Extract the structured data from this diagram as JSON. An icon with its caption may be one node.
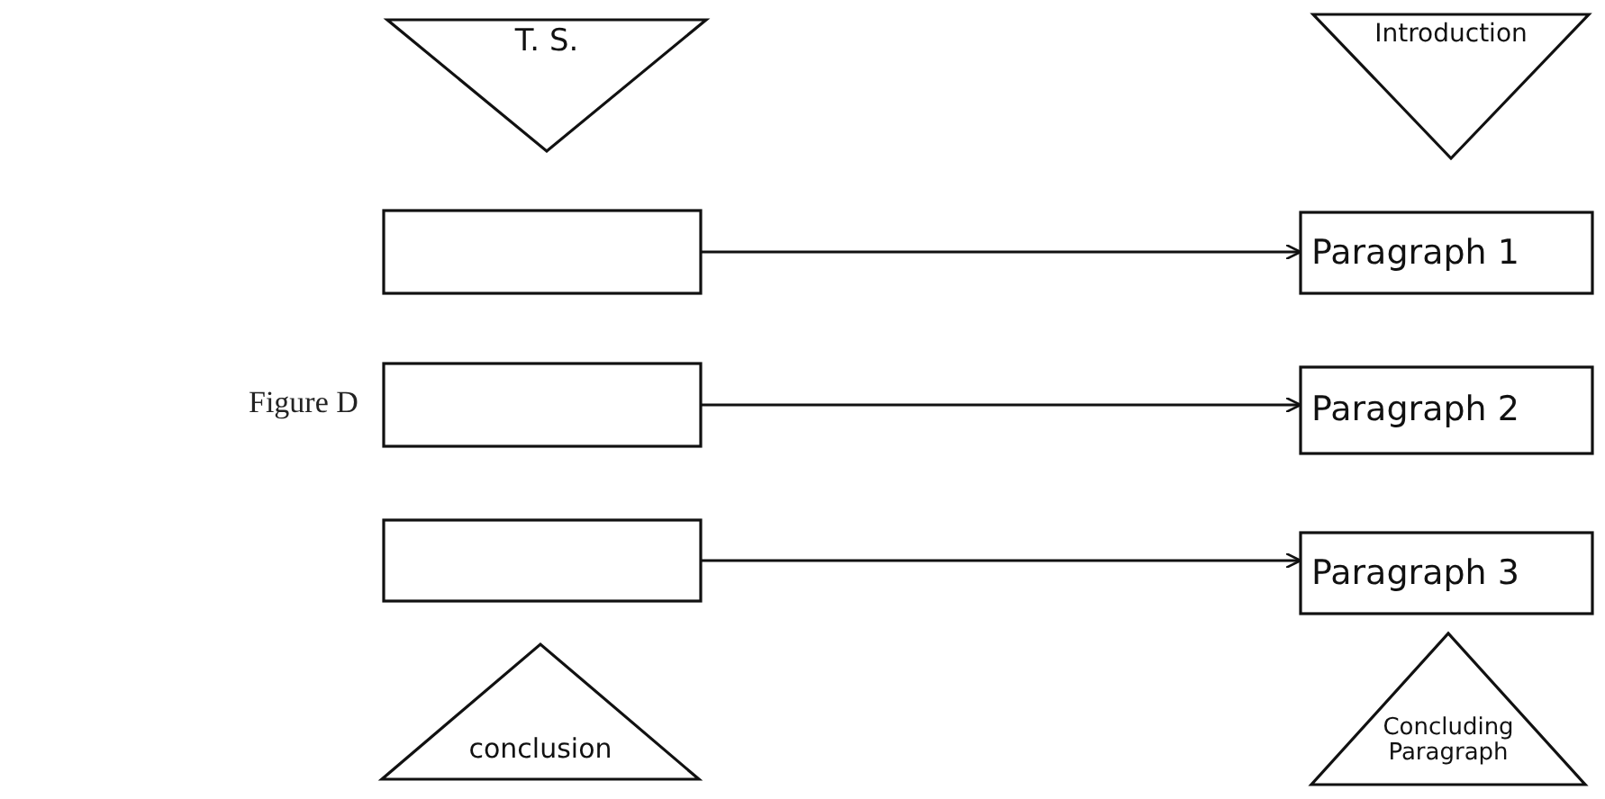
{
  "diagram": {
    "nodes": [
      {
        "text": [
          "T. S."
        ]
      },
      {
        "text": [],
        "shape": "box"
      },
      {
        "text": [],
        "shape": "box"
      },
      {
        "text": [],
        "shape": "box"
      },
      {
        "text": [
          "conclusion"
        ]
      },
      {
        "text": [
          "Introduction"
        ]
      },
      {
        "text": [
          "Paragraph 1"
        ]
      },
      {
        "text": [
          "Paragraph 2"
        ]
      },
      {
        "text": [
          "Paragraph 3"
        ]
      },
      {
        "text": [
          "Concluding Paragraph"
        ]
      }
    ],
    "edges": [
      {
        "from": 1,
        "to": 6,
        "arrow": "to"
      },
      {
        "from": 2,
        "to": 7,
        "arrow": "to"
      },
      {
        "from": 3,
        "to": 8,
        "arrow": "to"
      }
    ],
    "labels": [
      "Figure D"
    ]
  }
}
